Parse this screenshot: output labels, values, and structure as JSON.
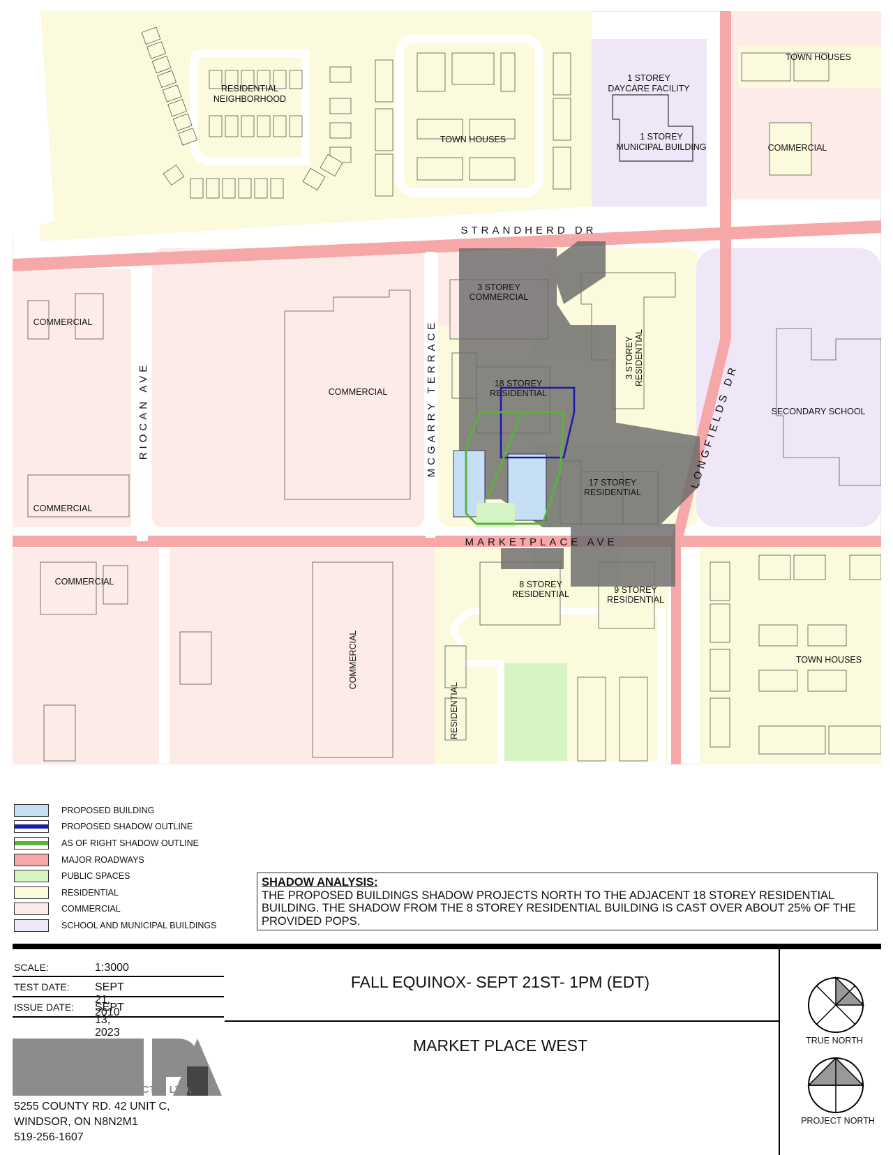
{
  "map": {
    "colors": {
      "residential": "#fbfadc",
      "commercial": "#fcebe6",
      "school": "#efe6f8",
      "public": "#d6f3c3",
      "road": "#f6a7a7",
      "proposed": "#c7dff5",
      "shadow": "#6b6b6b",
      "proposed_shadow_outline": "#1a1aa8",
      "as_of_right_outline": "#5ab33e"
    },
    "roads": {
      "strandherd": "STRANDHERD DR",
      "marketplace": "MARKETPLACE AVE",
      "mcgarry": "MCGARRY TERRACE",
      "riocan": "RIOCAN AVE",
      "longfields": "LONGFIELDS DR"
    },
    "labels": {
      "residential_neighborhood_1": "RESIDENTIAL",
      "residential_neighborhood_2": "NEIGHBORHOOD",
      "town_houses_north": "TOWN HOUSES",
      "daycare_1": "1 STOREY",
      "daycare_2": "DAYCARE FACILITY",
      "municipal_1": "1 STOREY",
      "municipal_2": "MUNICIPAL BUILDING",
      "town_houses_ne": "TOWN HOUSES",
      "commercial_ne": "COMMERCIAL",
      "commercial_3storey_1": "3 STOREY",
      "commercial_3storey_2": "COMMERCIAL",
      "commercial_w1": "COMMERCIAL",
      "commercial_center": "COMMERCIAL",
      "residential_18_1": "18 STOREY",
      "residential_18_2": "RESIDENTIAL",
      "residential_3": "3 STOREY",
      "residential_3b": "RESIDENTIAL",
      "secondary_school": "SECONDARY SCHOOL",
      "commercial_w2": "COMMERCIAL",
      "residential_17_1": "17 STOREY",
      "residential_17_2": "RESIDENTIAL",
      "commercial_sw": "COMMERCIAL",
      "residential_8_1": "8 STOREY",
      "residential_8_2": "RESIDENTIAL",
      "residential_9_1": "9 STOREY",
      "residential_9_2": "RESIDENTIAL",
      "commercial_south": "COMMERCIAL",
      "residential_south": "RESIDENTIAL",
      "town_houses_se": "TOWN HOUSES"
    }
  },
  "legend": [
    {
      "label": "PROPOSED BUILDING",
      "fill": "#c7dff5",
      "line": ""
    },
    {
      "label": "PROPOSED SHADOW OUTLINE",
      "fill": "#ffffff",
      "line": "#1a1aa8"
    },
    {
      "label": "AS OF RIGHT SHADOW OUTLINE",
      "fill": "#ffffff",
      "line": "#5ab33e"
    },
    {
      "label": "MAJOR ROADWAYS",
      "fill": "#f6a7a7",
      "line": ""
    },
    {
      "label": "PUBLIC SPACES",
      "fill": "#d6f3c3",
      "line": ""
    },
    {
      "label": "RESIDENTIAL",
      "fill": "#fbfadc",
      "line": ""
    },
    {
      "label": "COMMERCIAL",
      "fill": "#fcebe6",
      "line": ""
    },
    {
      "label": "SCHOOL AND MUNICIPAL BUILDINGS",
      "fill": "#efe6f8",
      "line": ""
    }
  ],
  "analysis": {
    "heading": "SHADOW ANALYSIS:",
    "body": "THE PROPOSED BUILDINGS SHADOW PROJECTS NORTH TO THE ADJACENT 18 STOREY RESIDENTIAL BUILDING. THE SHADOW FROM THE 8 STOREY RESIDENTIAL BUILDING IS CAST OVER ABOUT 25% OF THE PROVIDED POPS."
  },
  "titleblock": {
    "scale_label": "SCALE:",
    "scale_value": "1:3000",
    "test_date_label": "TEST DATE:",
    "test_date_value": "SEPT 21, 2010",
    "issue_date_label": "ISSUE DATE:",
    "issue_date_value": "SEPT 13, 2023",
    "title": "FALL EQUINOX- SEPT 21ST- 1PM (EDT)",
    "project": "MARKET PLACE WEST",
    "firm": "PROGRESSIVE ARCHITECTS, LTD.",
    "address_1": "5255 COUNTY RD. 42 UNIT C,",
    "address_2": "WINDSOR, ON N8N2M1",
    "phone": "519-256-1607",
    "true_north": "TRUE NORTH",
    "project_north": "PROJECT NORTH"
  }
}
